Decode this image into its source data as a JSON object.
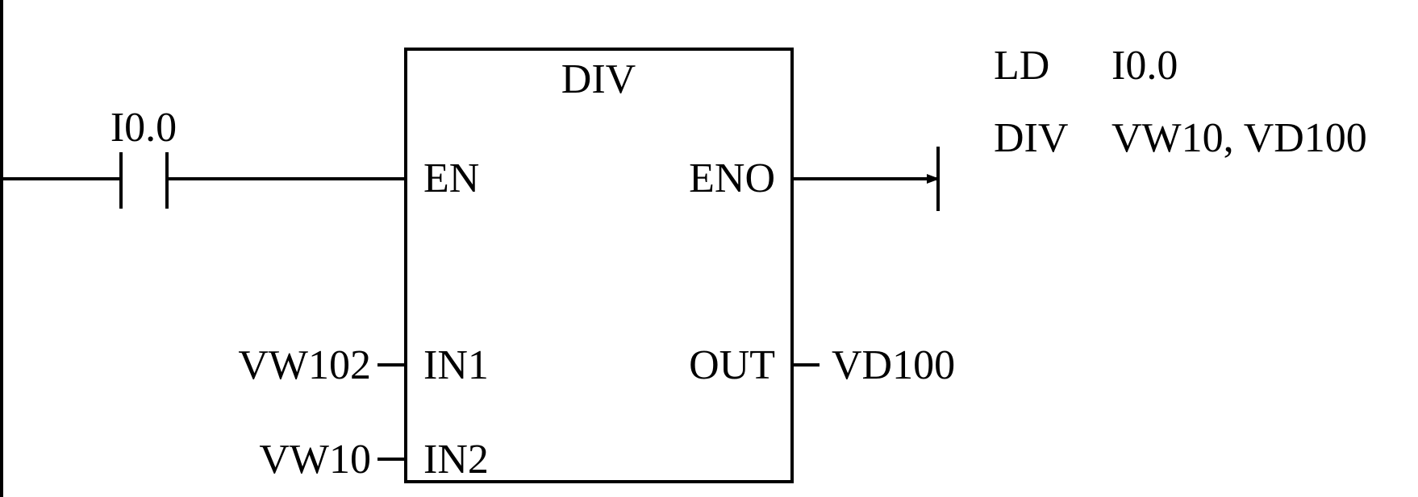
{
  "diagram": {
    "contact": {
      "address": "I0.0"
    },
    "block": {
      "title": "DIV",
      "en": "EN",
      "eno": "ENO",
      "in1": "IN1",
      "in2": "IN2",
      "out": "OUT"
    },
    "operands": {
      "in1": "VW102",
      "in2": "VW10",
      "out": "VD100"
    },
    "statement_list": [
      {
        "op": "LD",
        "args": "I0.0"
      },
      {
        "op": "DIV",
        "args": "VW10, VD100"
      }
    ]
  }
}
